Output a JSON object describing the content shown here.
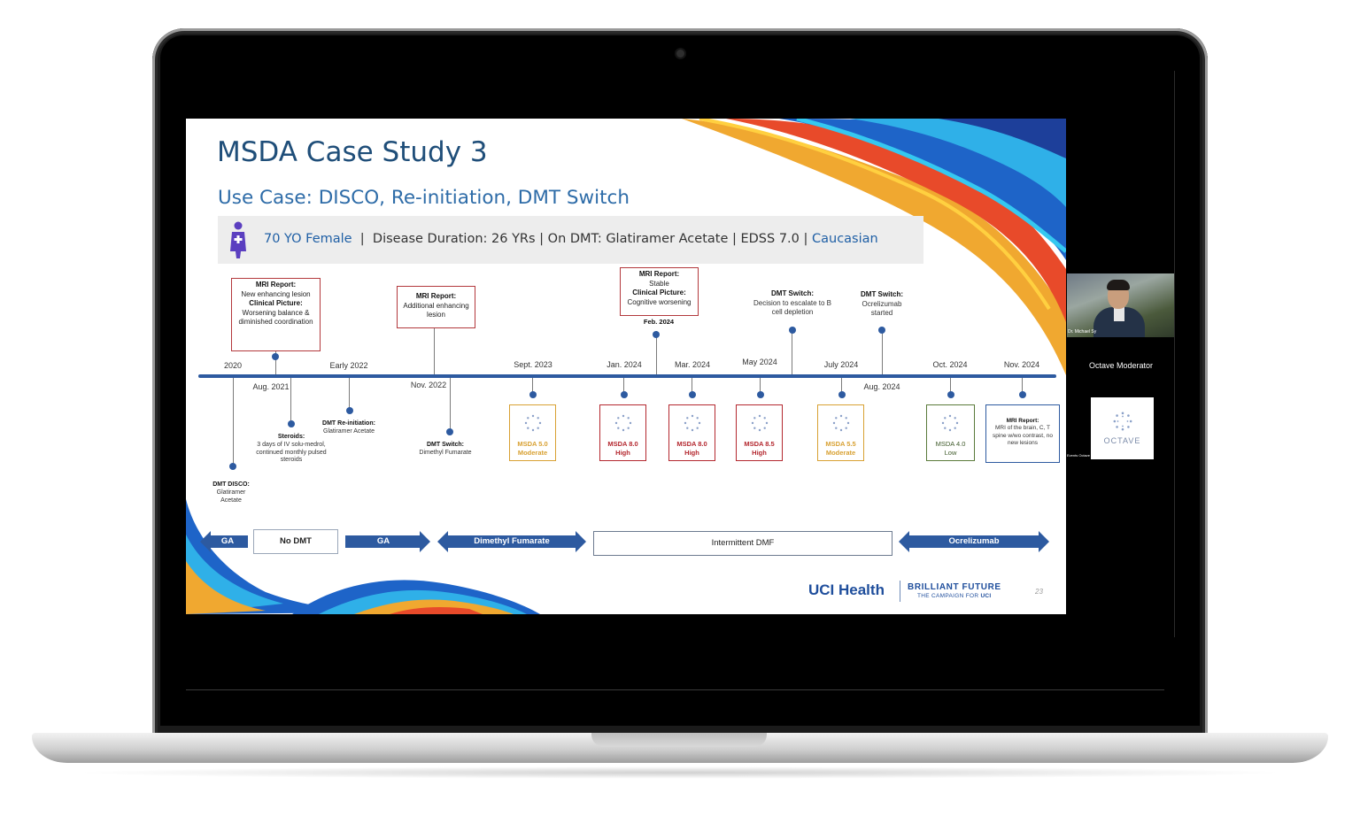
{
  "slide": {
    "title": "MSDA Case Study 3",
    "subtitle": "Use Case: DISCO, Re-initiation, DMT Switch",
    "patient": {
      "age_sex": "70 YO Female",
      "sep1": "  |  ",
      "duration": "Disease Duration: 26 YRs | On DMT: Glatiramer Acetate | EDSS 7.0 | ",
      "ethnicity": "Caucasian"
    },
    "dates": {
      "d2020": "2020",
      "aug2021": "Aug. 2021",
      "early2022": "Early 2022",
      "nov2022": "Nov. 2022",
      "sept2023": "Sept. 2023",
      "jan2024": "Jan. 2024",
      "feb2024": "Feb. 2024",
      "mar2024": "Mar. 2024",
      "may2024": "May 2024",
      "july2024": "July 2024",
      "aug2024": "Aug. 2024",
      "oct2024": "Oct. 2024",
      "nov2024": "Nov. 2024"
    },
    "events": {
      "aug2021_mri_title": "MRI Report:",
      "aug2021_mri_text": "New enhancing lesion",
      "aug2021_clin_title": "Clinical Picture:",
      "aug2021_clin_text": "Worsening balance & diminished coordination",
      "nov2022_mri_title": "MRI Report:",
      "nov2022_mri_text": "Additional enhancing lesion",
      "feb2024_mri_title": "MRI Report:",
      "feb2024_mri_text": "Stable",
      "feb2024_clin_title": "Clinical Picture:",
      "feb2024_clin_text": "Cognitive worsening",
      "may2024_title": "DMT Switch:",
      "may2024_text": "Decision to escalate to B cell depletion",
      "july2024_title": "DMT Switch:",
      "july2024_text": "Ocrelizumab started",
      "disco_title": "DMT DISCO:",
      "disco_text": "Glatiramer Acetate",
      "steroids_title": "Steroids:",
      "steroids_text": "3 days of IV solu-medrol, continued monthly pulsed steroids",
      "reinit_title": "DMT Re-initiation:",
      "reinit_text": "Glatiramer Acetate",
      "switch_title": "DMT Switch:",
      "switch_text": "Dimethyl Fumarate",
      "final_mri_title": "MRI Report:",
      "final_mri_text": "MRI of the brain, C, T spine w/wo contrast, no new lesions"
    },
    "msda": {
      "sept2023": {
        "score": "MSDA 5.0",
        "level": "Moderate"
      },
      "jan2024": {
        "score": "MSDA 8.0",
        "level": "High"
      },
      "mar2024": {
        "score": "MSDA 8.0",
        "level": "High"
      },
      "may2024": {
        "score": "MSDA 8.5",
        "level": "High"
      },
      "july2024": {
        "score": "MSDA 5.5",
        "level": "Moderate"
      },
      "oct2024": {
        "score": "MSDA 4.0",
        "level": "Low"
      }
    },
    "therapy": {
      "ga1": "GA",
      "no_dmt": "No DMT",
      "ga2": "GA",
      "dmf": "Dimethyl Fumarate",
      "intermittent": "Intermittent DMF",
      "ocrelizumab": "Ocrelizumab"
    },
    "footer": {
      "uci": "UCI Health",
      "campaign": "BRILLIANT FUTURE",
      "campaign_sub_pre": "THE CAMPAIGN FOR ",
      "campaign_sub_uci": "UCI",
      "page": "23"
    }
  },
  "meeting": {
    "video_name": "Dr. Michael Sy",
    "moderator": "Octave Moderator",
    "octave_tile_text": "OCTAVE",
    "events_label": "Events Octave"
  },
  "colors": {
    "title_blue": "#1f4e79",
    "timeline_blue": "#2d5aa0",
    "high_red": "#b4282f",
    "moderate_gold": "#d8a133",
    "low_green": "#5a7a3a"
  }
}
